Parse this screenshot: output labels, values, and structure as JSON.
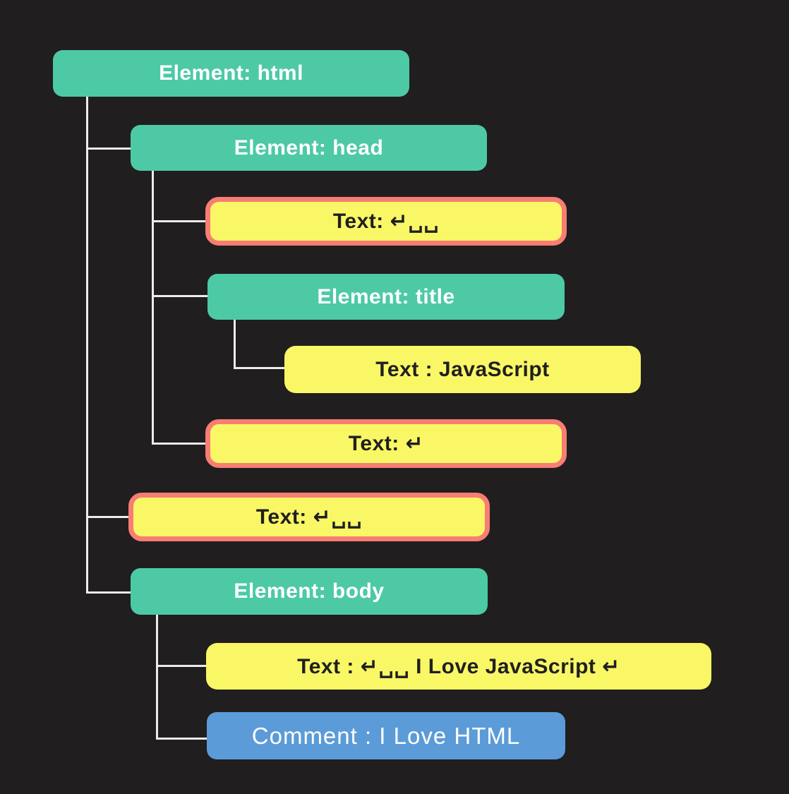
{
  "diagram": {
    "colors": {
      "canvas_bg": "#201e1e",
      "element_fill": "#4dc9a6",
      "element_text": "#ffffff",
      "text_fill": "#f9f765",
      "text_text": "#1f1f1f",
      "highlight_border": "#f87d74",
      "comment_fill": "#5b9bd8",
      "comment_text": "#ffffff",
      "connector": "#ececec"
    },
    "nodes": [
      {
        "id": "element-html",
        "type": "element",
        "label": "Element: html"
      },
      {
        "id": "element-head",
        "type": "element",
        "label": "Element: head"
      },
      {
        "id": "text-newline-spaces-1",
        "type": "text-highlighted",
        "label": "Text: ↵␣␣"
      },
      {
        "id": "element-title",
        "type": "element",
        "label": "Element: title"
      },
      {
        "id": "text-javascript",
        "type": "text",
        "label": "Text : JavaScript"
      },
      {
        "id": "text-newline",
        "type": "text-highlighted",
        "label": "Text: ↵"
      },
      {
        "id": "text-newline-spaces-2",
        "type": "text-highlighted",
        "label": "Text: ↵␣␣"
      },
      {
        "id": "element-body",
        "type": "element",
        "label": "Element: body"
      },
      {
        "id": "text-i-love-javascript",
        "type": "text",
        "label": "Text : ↵␣␣ I Love JavaScript ↵"
      },
      {
        "id": "comment-i-love-html",
        "type": "comment",
        "label": "Comment : I Love HTML"
      }
    ]
  }
}
